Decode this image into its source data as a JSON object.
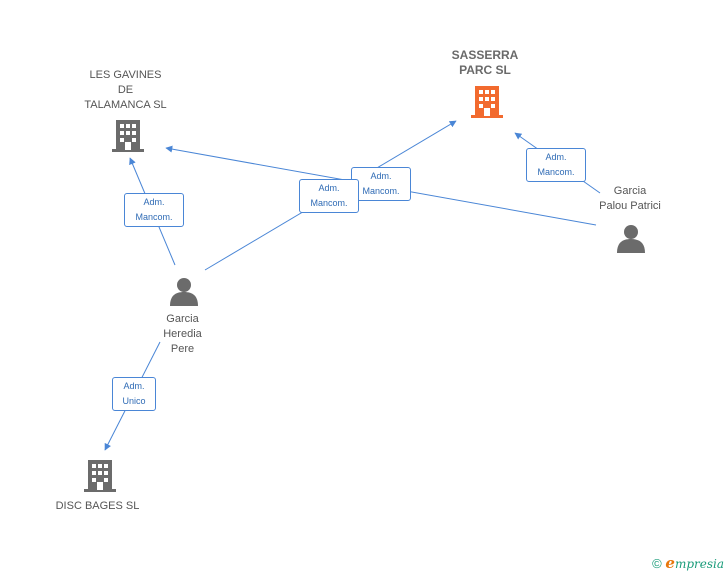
{
  "nodes": {
    "les_gavines": {
      "lines": [
        "LES GAVINES",
        "DE",
        "TALAMANCA SL"
      ]
    },
    "sasserra": {
      "lines": [
        "SASSERRA",
        "PARC SL"
      ]
    },
    "disc_bages": {
      "lines": [
        "DISC BAGES SL"
      ]
    },
    "garcia_heredia": {
      "lines": [
        "Garcia",
        "Heredia",
        "Pere"
      ]
    },
    "garcia_palou": {
      "lines": [
        "Garcia",
        "Palou Patrici"
      ]
    }
  },
  "edges": {
    "heredia_to_gavines": [
      "Adm.",
      "Mancom."
    ],
    "heredia_to_sasserra": [
      "Adm.",
      "Mancom."
    ],
    "palou_to_gavines": [
      "Adm.",
      "Mancom."
    ],
    "palou_to_sasserra": [
      "Adm.",
      "Mancom."
    ],
    "heredia_to_disc": [
      "Adm.",
      "Unico"
    ]
  },
  "footer": {
    "copyright": "©",
    "brand_initial": "e",
    "brand_rest": "mpresia"
  },
  "colors": {
    "edge": "#4a86d6",
    "building": "#6b6b6b",
    "building_highlight": "#f26a2e",
    "person": "#6b6b6b"
  },
  "icons": {
    "company": "building-icon",
    "person": "person-icon"
  }
}
